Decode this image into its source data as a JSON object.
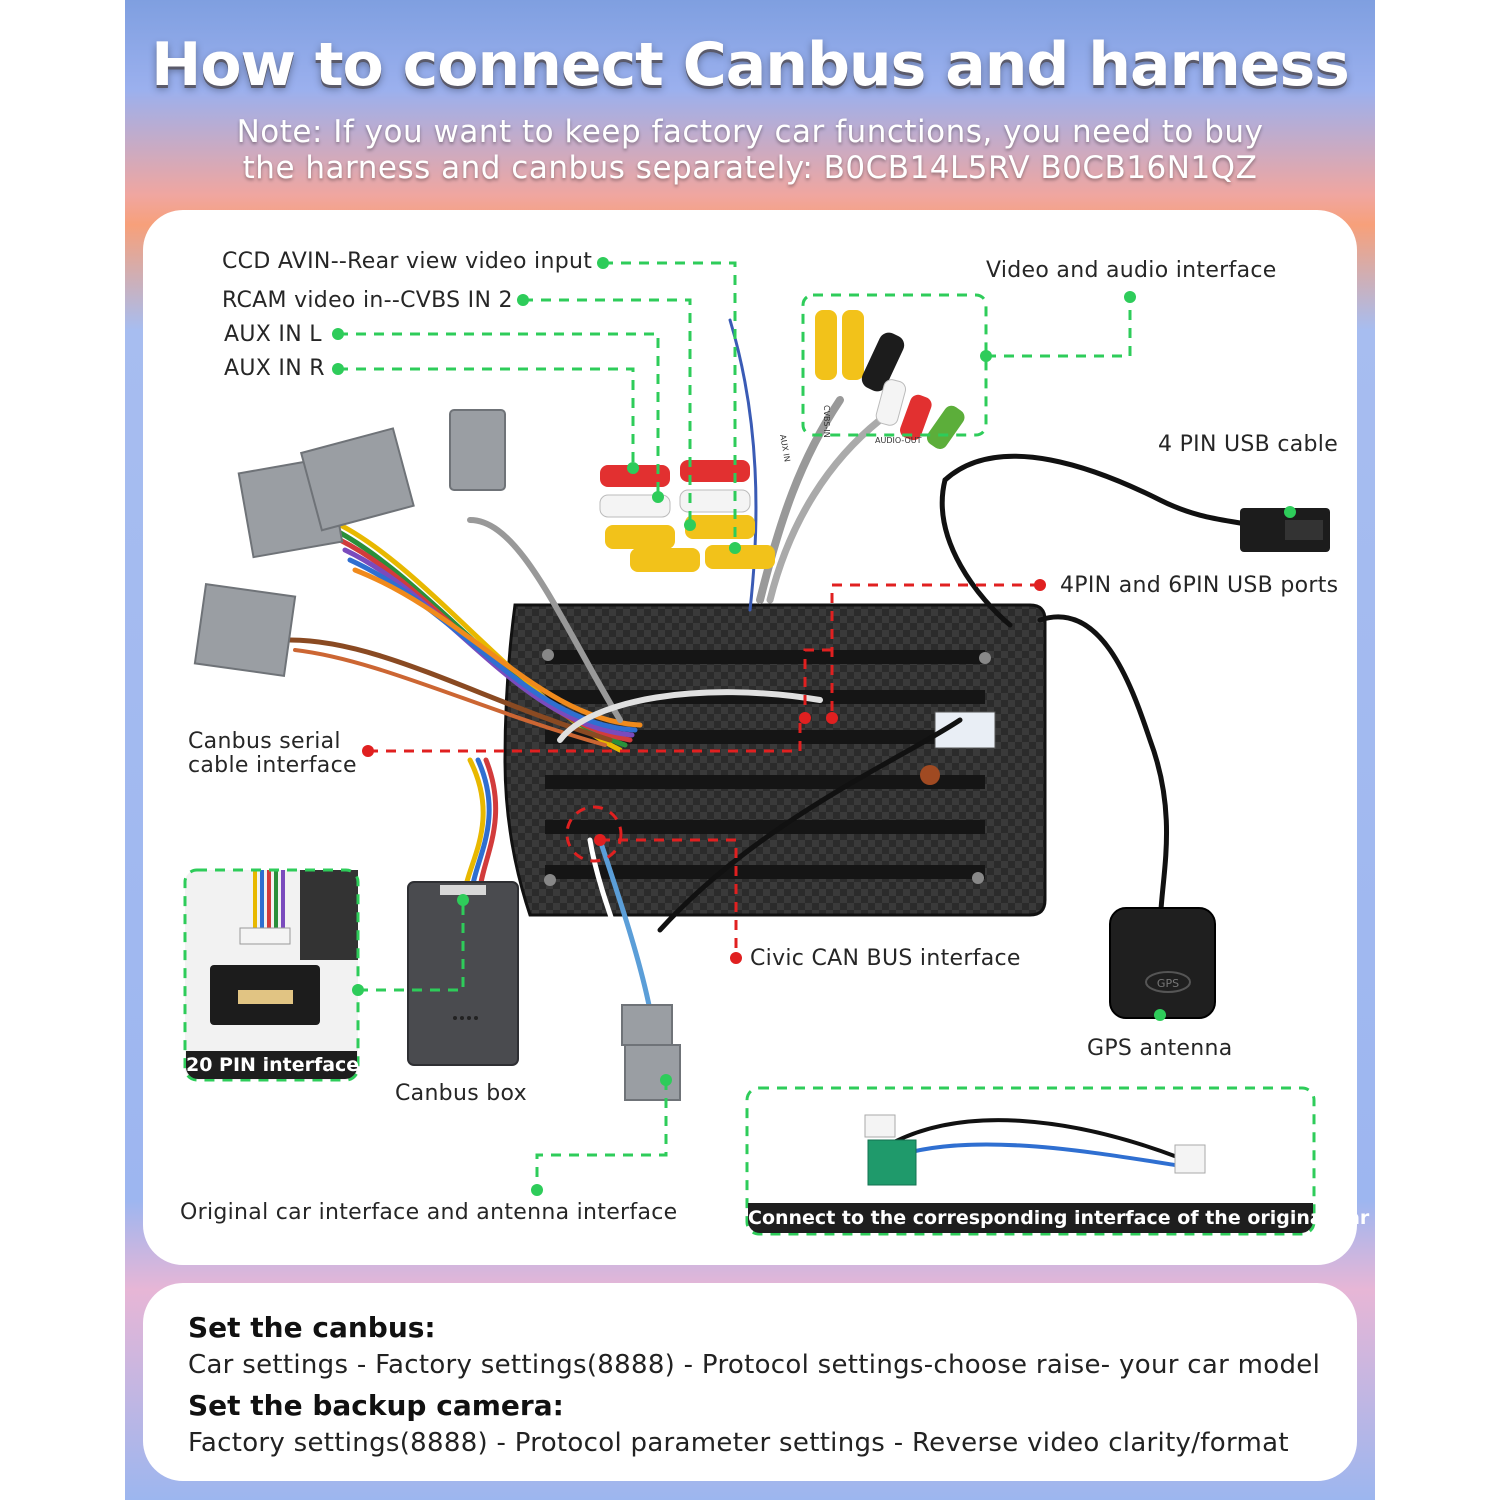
{
  "header": {
    "title": "How to connect Canbus and harness",
    "note_line1": "Note: If you want to keep factory car functions, you need to buy",
    "note_line2": "the harness and canbus separately: B0CB14L5RV   B0CB16N1QZ"
  },
  "callouts": {
    "ccd_avin": "CCD AVIN--Rear view video input",
    "rcam_video": "RCAM video in--CVBS IN 2",
    "aux_l": "AUX IN L",
    "aux_r": "AUX IN R",
    "video_audio": "Video and audio interface",
    "usb_cable": "4 PIN USB cable",
    "usb_ports": "4PIN and 6PIN USB ports",
    "canbus_serial_1": "Canbus serial",
    "canbus_serial_2": "cable interface",
    "civic_can": "Civic CAN BUS interface",
    "gps": "GPS antenna",
    "pin20": "20 PIN interface",
    "canbus_box": "Canbus box",
    "original_car": "Original car interface and antenna interface",
    "connect_original": "Connect to the corresponding interface of the original car"
  },
  "connector_labels": {
    "cvbs": "CVBS-IN",
    "audio": "AUDIO-OUT",
    "aux": "AUX IN",
    "gps_mark": "GPS"
  },
  "instructions": {
    "canbus_heading": "Set the canbus:",
    "canbus_text": "Car settings - Factory settings(8888) - Protocol settings-choose raise- your car model",
    "camera_heading": "Set the backup camera:",
    "camera_text": "Factory settings(8888) - Protocol parameter settings - Reverse video clarity/format"
  },
  "colors": {
    "leader_green": "#2ecc5a",
    "leader_red": "#e02020",
    "card": "#ffffff"
  }
}
